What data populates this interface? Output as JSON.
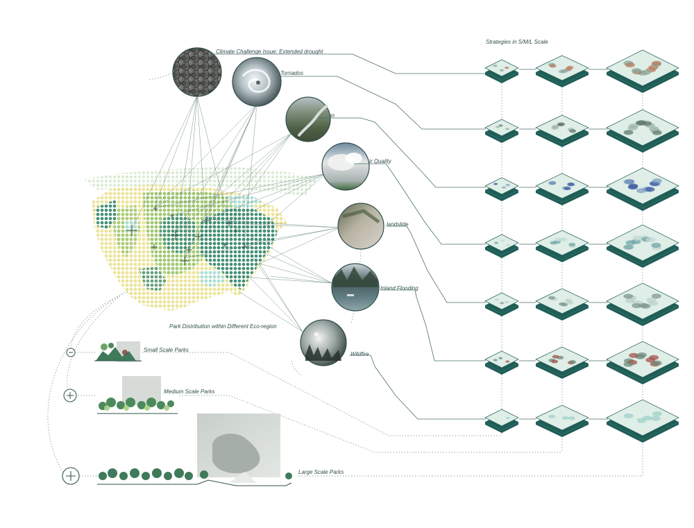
{
  "title": "Strategies in S/M/L Scale",
  "map_label": "Park Distribution within Different Eco-region",
  "challenges": [
    {
      "label": "Climate Challenge Issue: Extended drought",
      "icon": "cracked-earth-photo"
    },
    {
      "label": "Tornados",
      "icon": "hurricane-satellite-photo"
    },
    {
      "label": "Erosion",
      "icon": "river-erosion-photo"
    },
    {
      "label": "Poor Air Quality",
      "icon": "clouds-sky-photo"
    },
    {
      "label": "landslide",
      "icon": "landslide-photo"
    },
    {
      "label": "Inland Flooding",
      "icon": "flooded-forest-photo"
    },
    {
      "label": "Wildfire",
      "icon": "wildfire-smoke-photo"
    }
  ],
  "park_scales": [
    {
      "label": "Small Scale Parks",
      "icon": "minus-circle-icon"
    },
    {
      "label": "Medium Scale Parks",
      "icon": "plus-circle-icon"
    },
    {
      "label": "Large Scale Parks",
      "icon": "plus-circle-icon"
    }
  ],
  "colors": {
    "line": "#2f5d58",
    "tile_top": "#dfeee7",
    "tile_base": "#1f5e57",
    "map_dark": "#3f8f7d",
    "map_green": "#a9cf7f",
    "map_yellow": "#f1eba4",
    "map_cyan": "#bfe7e3"
  }
}
